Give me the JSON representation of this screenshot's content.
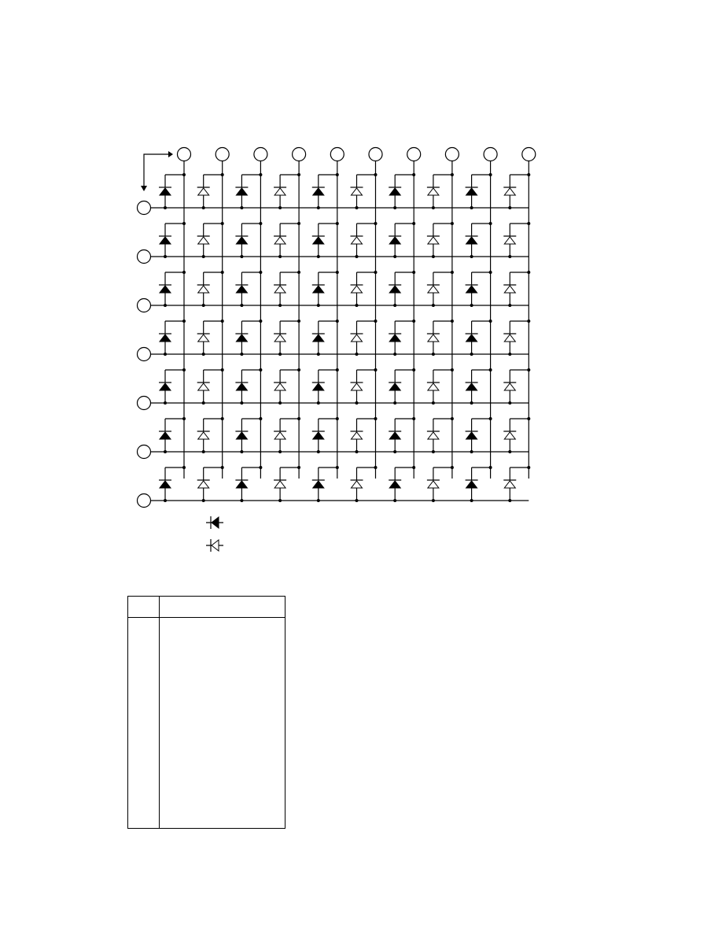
{
  "diagram": {
    "columns": 10,
    "rows": 7,
    "column_pins": [
      "",
      "",
      "",
      "",
      "",
      "",
      "",
      "",
      "",
      ""
    ],
    "row_pins": [
      "",
      "",
      "",
      "",
      "",
      "",
      ""
    ],
    "color_pattern": [
      "filled",
      "open",
      "filled",
      "open",
      "filled",
      "open",
      "filled",
      "open",
      "filled",
      "open"
    ]
  },
  "legend": [
    {
      "symbol": "filled-led-icon",
      "label": ""
    },
    {
      "symbol": "open-led-icon",
      "label": ""
    }
  ],
  "pin_table": {
    "headers": [
      "",
      ""
    ],
    "rows": []
  }
}
